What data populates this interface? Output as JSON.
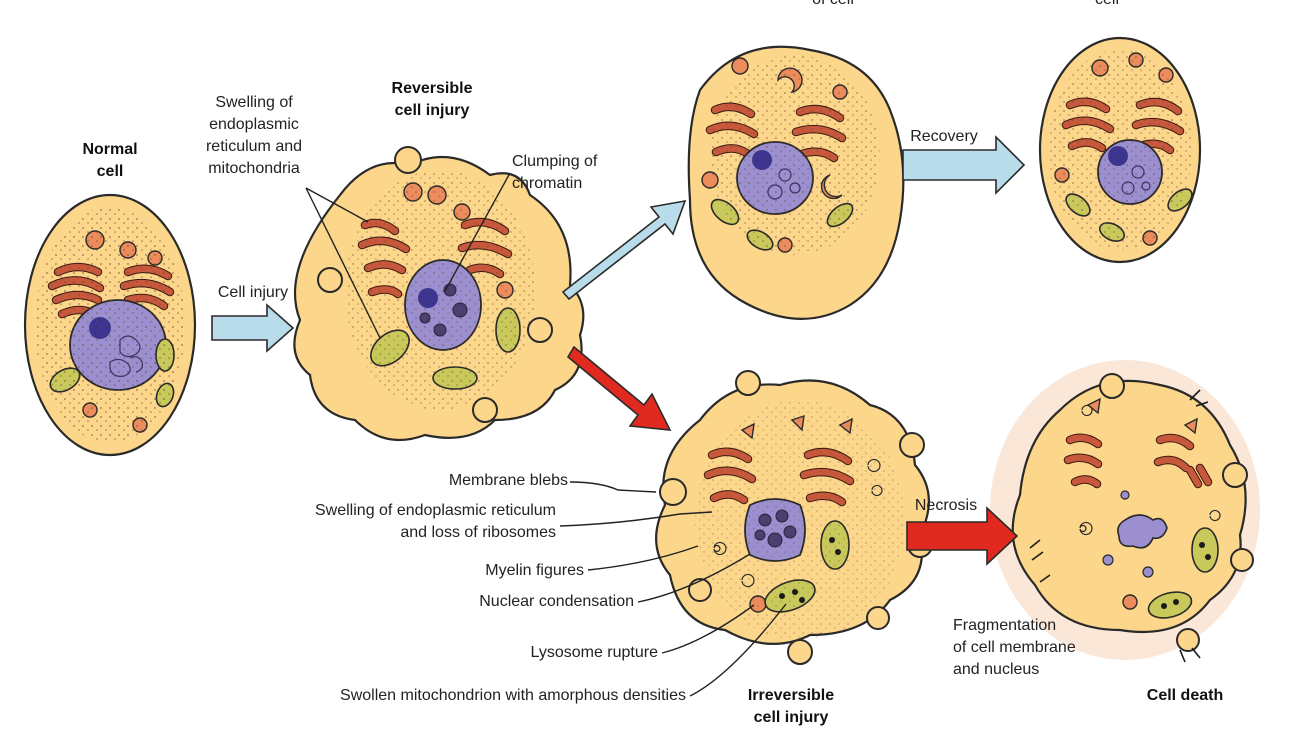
{
  "colors": {
    "cytoplasm": "#fcd68a",
    "membrane": "#2a2a2a",
    "er": "#e9875f",
    "mitochondria": "#c8c95a",
    "nucleus": "#9b8fcf",
    "nucleolus": "#3b3591",
    "lysosome": "#ec8c5c",
    "recovery_arrow": "#b9dcea",
    "injury_arrow": "#e02a1f",
    "necrosis_debris": "#f5c9a9"
  },
  "cells": {
    "normal": {
      "title_line1": "Normal",
      "title_line2": "cell"
    },
    "reversible": {
      "title_line1": "Reversible",
      "title_line2": "cell injury"
    },
    "recovered_top_left": {
      "caption_fragment": "of cell"
    },
    "recovered_top_right": {
      "caption_fragment": "cell"
    },
    "irreversible": {
      "title_line1": "Irreversible",
      "title_line2": "cell injury"
    },
    "dead": {
      "title": "Cell death"
    }
  },
  "arrows": {
    "cell_injury": "Cell injury",
    "recovery": "Recovery",
    "necrosis": "Necrosis"
  },
  "labels": {
    "swelling_er_mito": [
      "Swelling of",
      "endoplasmic",
      "reticulum and",
      "mitochondria"
    ],
    "clumping_chromatin": [
      "Clumping of",
      "chromatin"
    ],
    "membrane_blebs": "Membrane blebs",
    "swelling_er_ribosomes": [
      "Swelling of endoplasmic reticulum",
      "and loss of ribosomes"
    ],
    "myelin_figures": "Myelin figures",
    "nuclear_condensation": "Nuclear condensation",
    "lysosome_rupture": "Lysosome rupture",
    "swollen_mitochondrion": "Swollen mitochondrion with amorphous densities",
    "fragmentation": [
      "Fragmentation",
      "of cell membrane",
      "and nucleus"
    ]
  }
}
